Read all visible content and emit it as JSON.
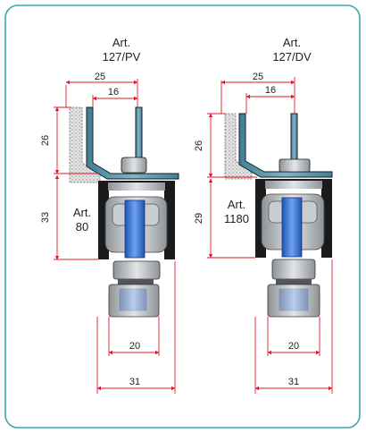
{
  "colors": {
    "frame": "#3aa6ad",
    "dimension": "#e2172b",
    "steel": "#4a8aa0",
    "blue": "#2f6fd0",
    "grey": "#b8bcc0",
    "dark": "#1b1b1b"
  },
  "left_assembly": {
    "title_line1": "Art.",
    "title_line2": "127/PV",
    "body_line1": "Art.",
    "body_line2": "80",
    "dim_25": "25",
    "dim_16": "16",
    "dim_26": "26",
    "dim_33": "33",
    "dim_20": "20",
    "dim_31": "31"
  },
  "right_assembly": {
    "title_line1": "Art.",
    "title_line2": "127/DV",
    "body_line1": "Art.",
    "body_line2": "1180",
    "dim_25": "25",
    "dim_16": "16",
    "dim_26": "26",
    "dim_29": "29",
    "dim_20": "20",
    "dim_31": "31"
  }
}
